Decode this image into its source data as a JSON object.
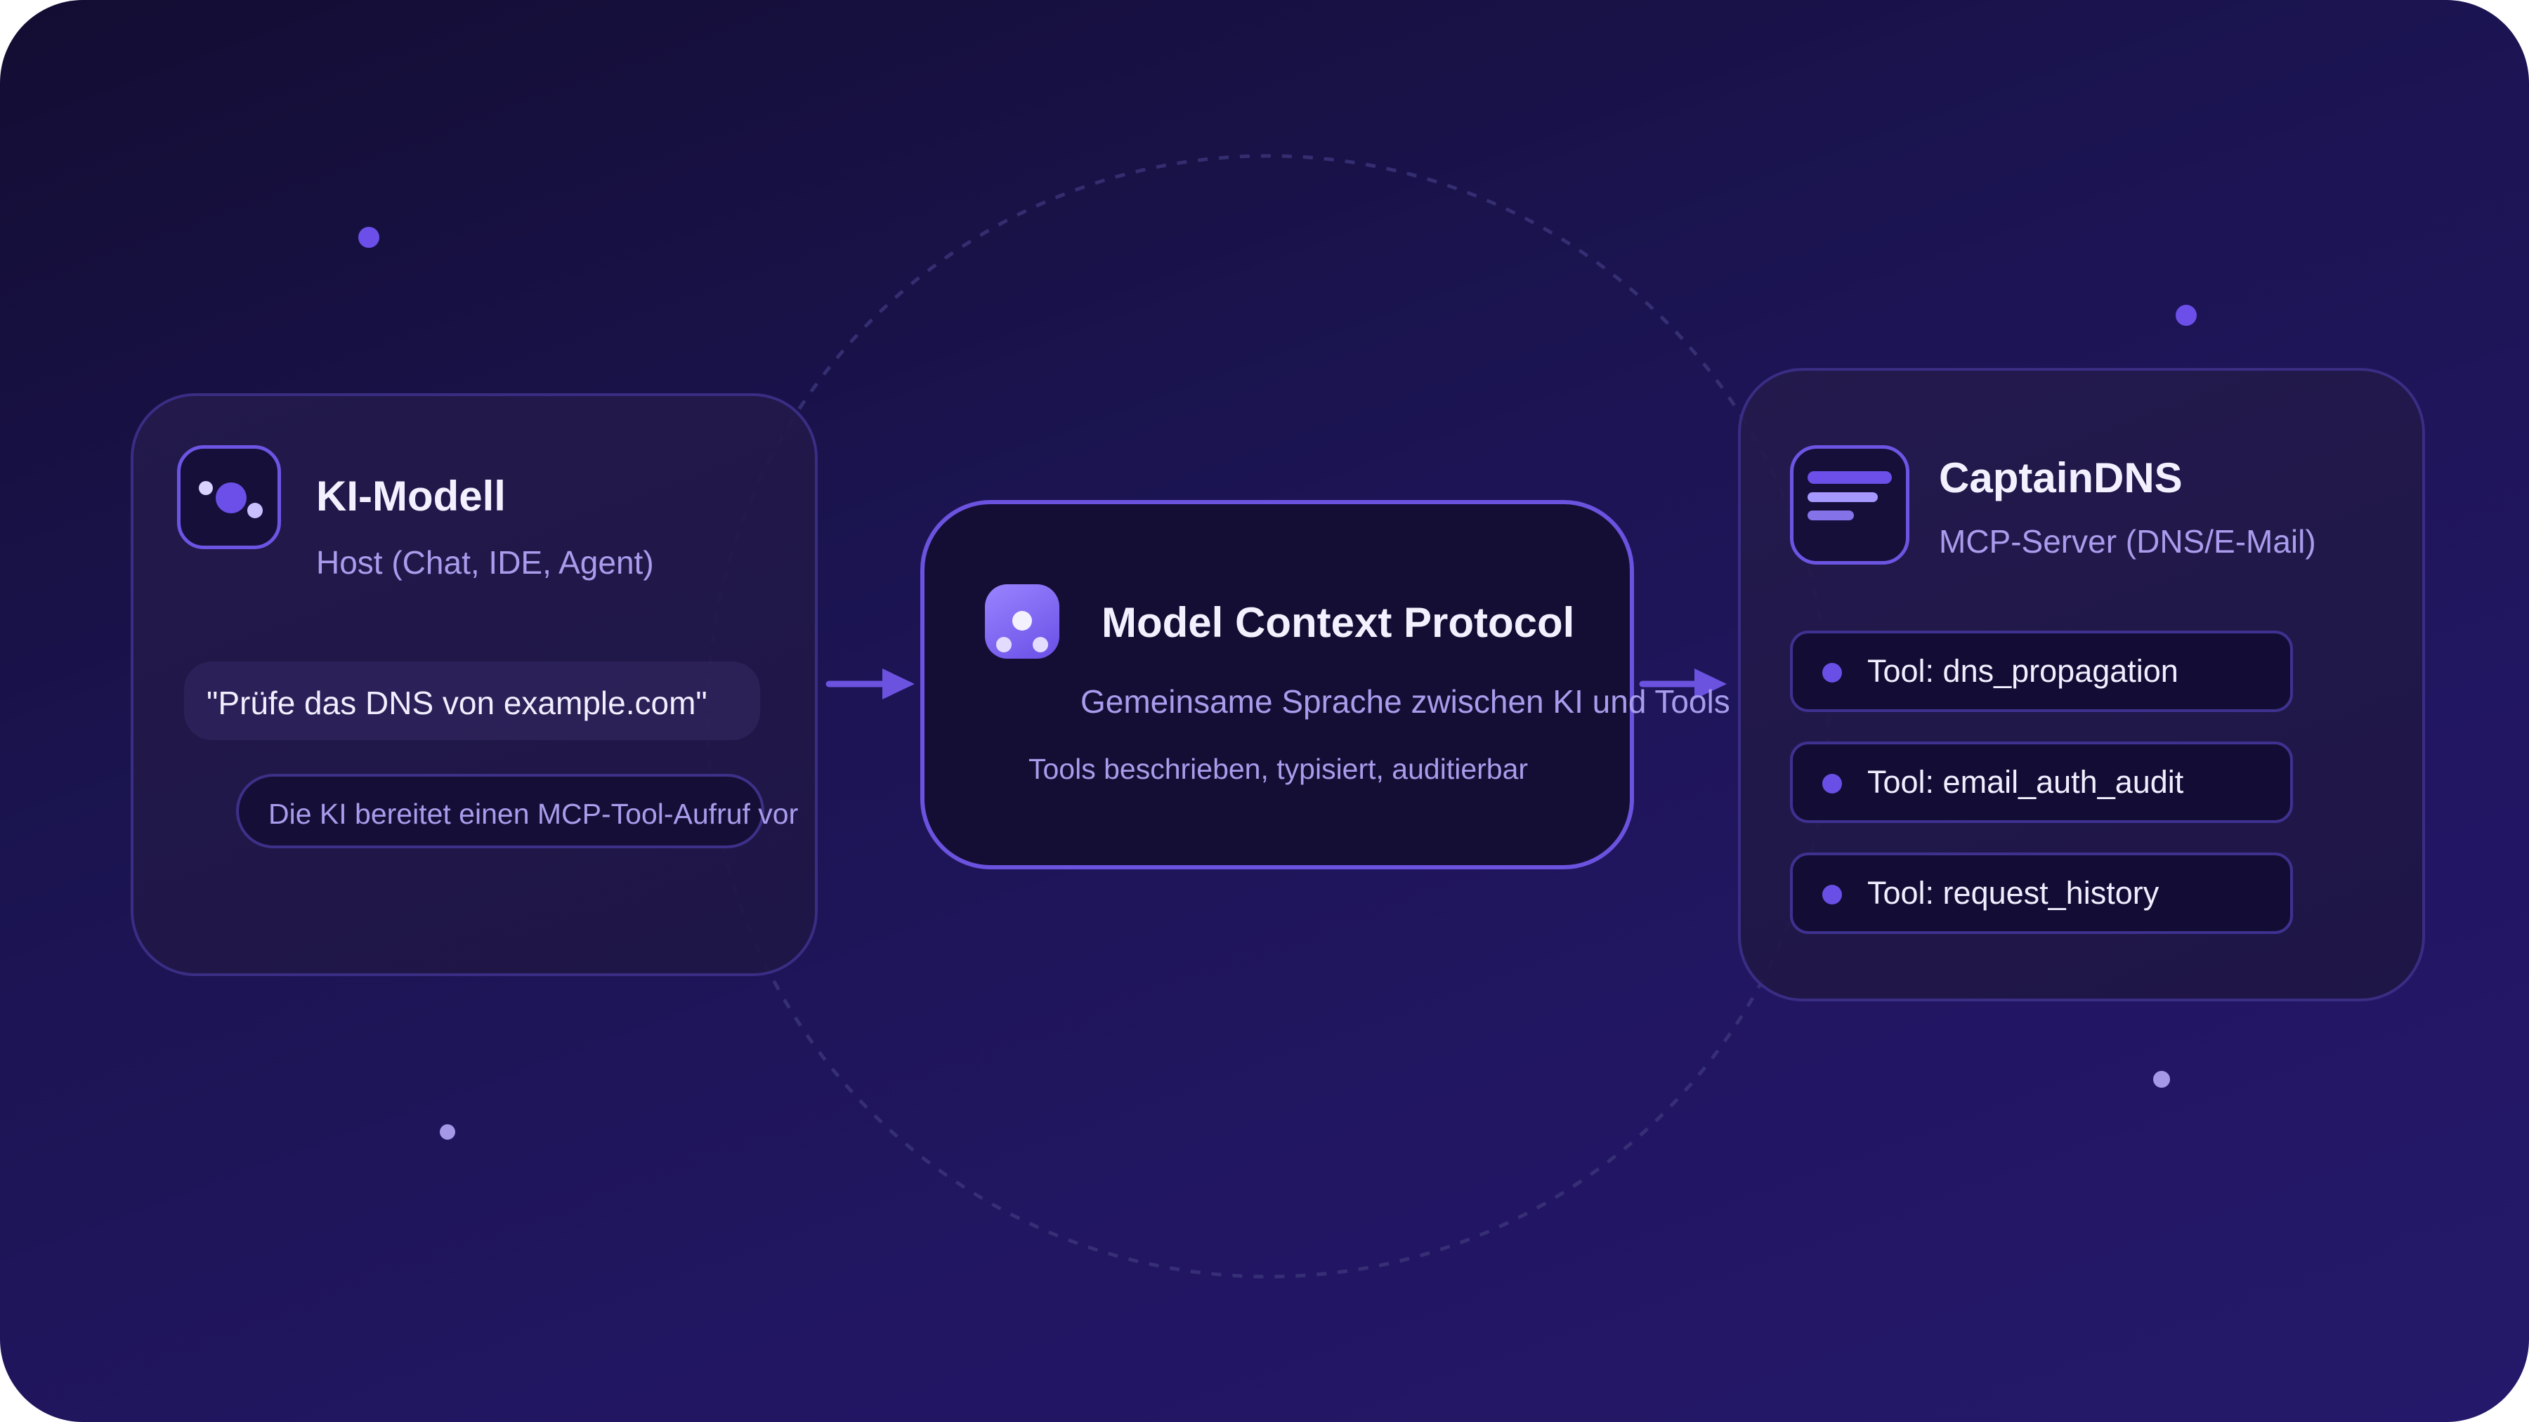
{
  "host": {
    "title": "KI-Modell",
    "subtitle": "Host (Chat, IDE, Agent)",
    "quote": "\"Prüfe das DNS von example.com\"",
    "note": "Die KI bereitet einen MCP-Tool-Aufruf vor"
  },
  "protocol": {
    "title": "Model Context Protocol",
    "subtitle": "Gemeinsame Sprache zwischen KI und Tools",
    "caption": "Tools beschrieben, typisiert, auditierbar"
  },
  "server": {
    "title": "CaptainDNS",
    "subtitle": "MCP-Server (DNS/E-Mail)",
    "tools": [
      "Tool: dns_propagation",
      "Tool: email_auth_audit",
      "Tool: request_history"
    ]
  },
  "icons": {
    "host_icon": "model-dots-icon",
    "protocol_icon": "protocol-nodes-icon",
    "server_icon": "server-lines-icon",
    "arrows": "arrow-right-icon"
  },
  "colors": {
    "background": "#1d1556",
    "accent": "#6b52df",
    "text_primary": "#f3f1ff",
    "text_secondary": "#a99cec"
  }
}
